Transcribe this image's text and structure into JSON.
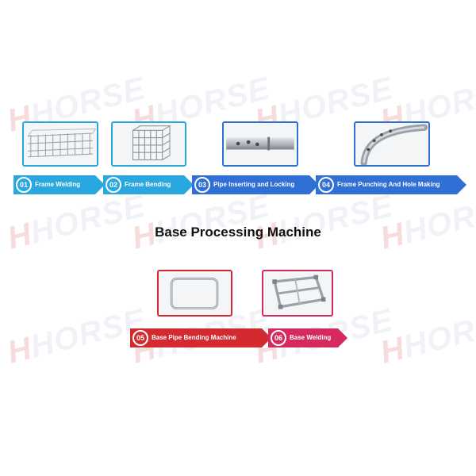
{
  "title": "Base Processing Machine",
  "watermark": "HORSE",
  "steps": [
    {
      "num": "01",
      "label": "Frame Welding",
      "color": "#29a8e0",
      "image": "wire-mesh-panel"
    },
    {
      "num": "02",
      "label": "Frame Bending",
      "color": "#29a8e0",
      "image": "wire-cage-frame"
    },
    {
      "num": "03",
      "label": "Pipe Inserting and Locking",
      "color": "#2f6fd6",
      "image": "pipe-with-holes"
    },
    {
      "num": "04",
      "label": "Frame Punching And Hole Making",
      "color": "#2f6fd6",
      "image": "punched-curved-tube"
    },
    {
      "num": "05",
      "label": "Base Pipe  Bending Machine",
      "color": "#d32a2f",
      "image": "bent-square-pipe-frame"
    },
    {
      "num": "06",
      "label": "Base Welding",
      "color": "#d62a5e",
      "image": "welded-pallet-base"
    }
  ]
}
